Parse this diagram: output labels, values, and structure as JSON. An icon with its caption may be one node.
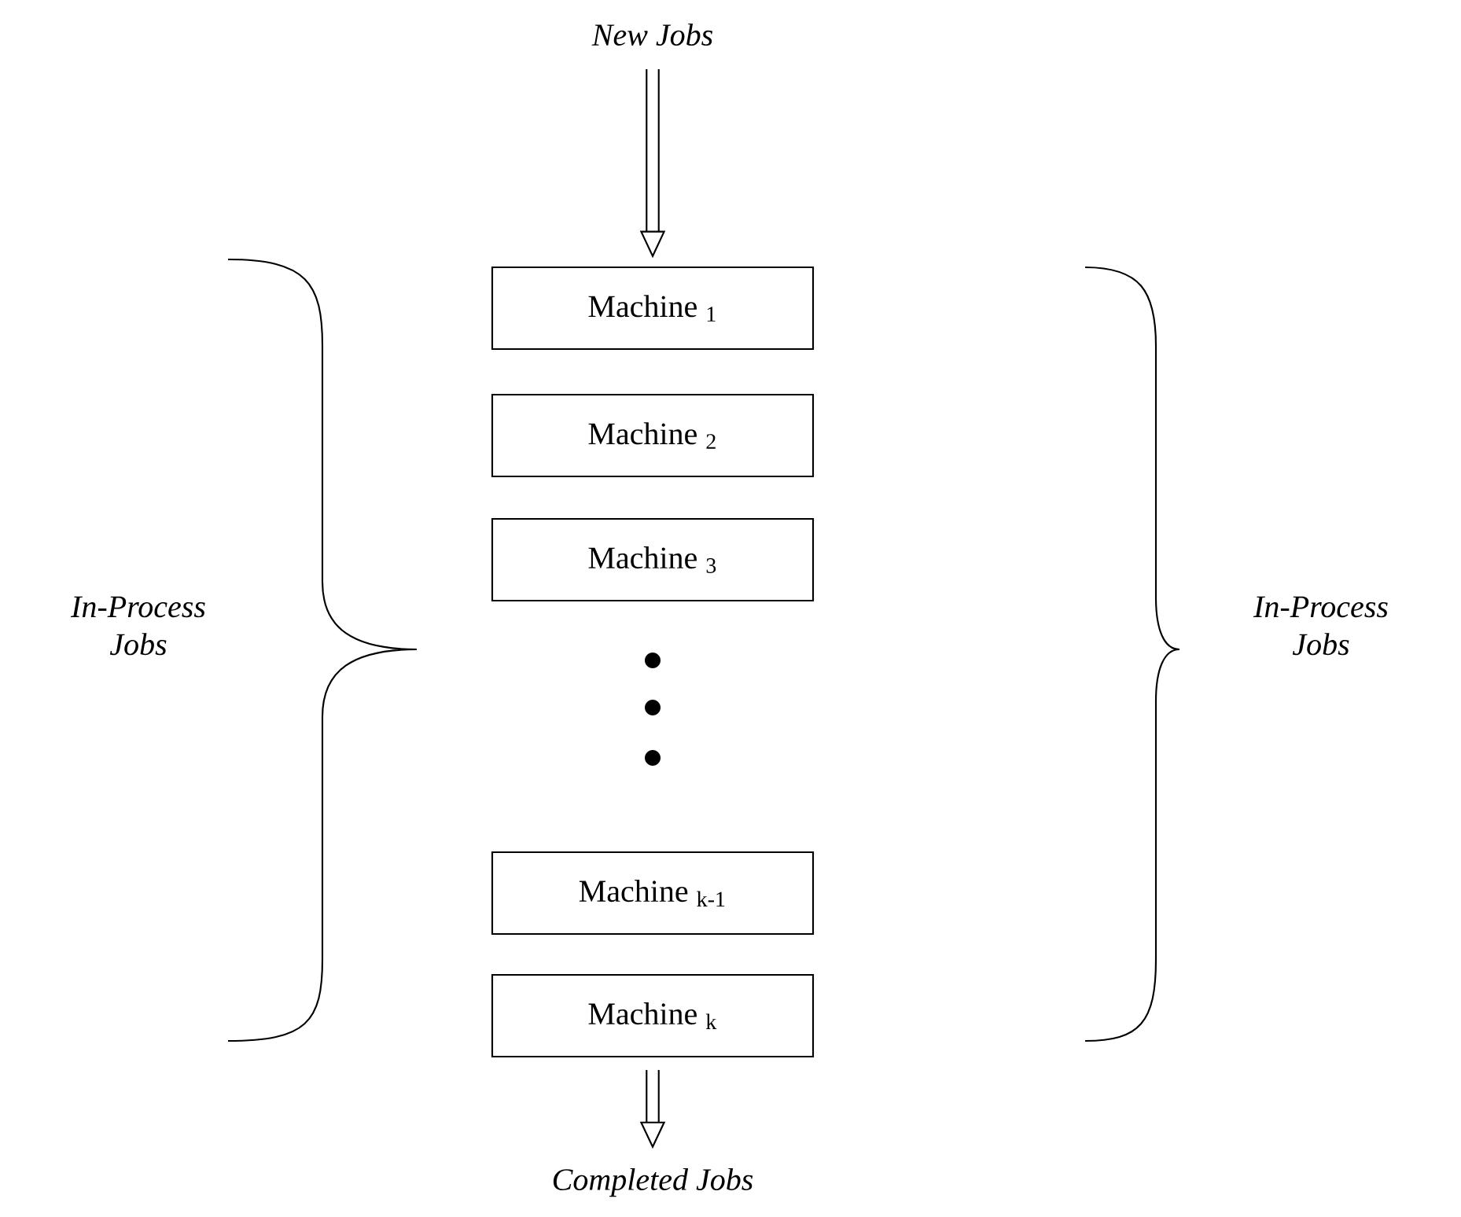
{
  "diagram": {
    "nodes": [
      {
        "text": [
          "New Jobs"
        ]
      },
      {
        "text": [
          "Machine $_{1}$"
        ]
      },
      {
        "text": [
          "Machine $_{2}$"
        ]
      },
      {
        "text": [
          "Machine $_{3}$"
        ]
      },
      {
        "text": [
          "Machine $_{k-1}$"
        ]
      },
      {
        "text": [
          "Machine $_{k}$"
        ]
      },
      {
        "text": [
          "Completed Jobs"
        ]
      }
    ],
    "edges": [
      {
        "from": 0,
        "to": 1,
        "arrow": "to"
      },
      {
        "from": 5,
        "to": 6,
        "arrow": "to"
      }
    ],
    "labels": [
      "In-Process Jobs",
      "In-Process Jobs"
    ]
  }
}
